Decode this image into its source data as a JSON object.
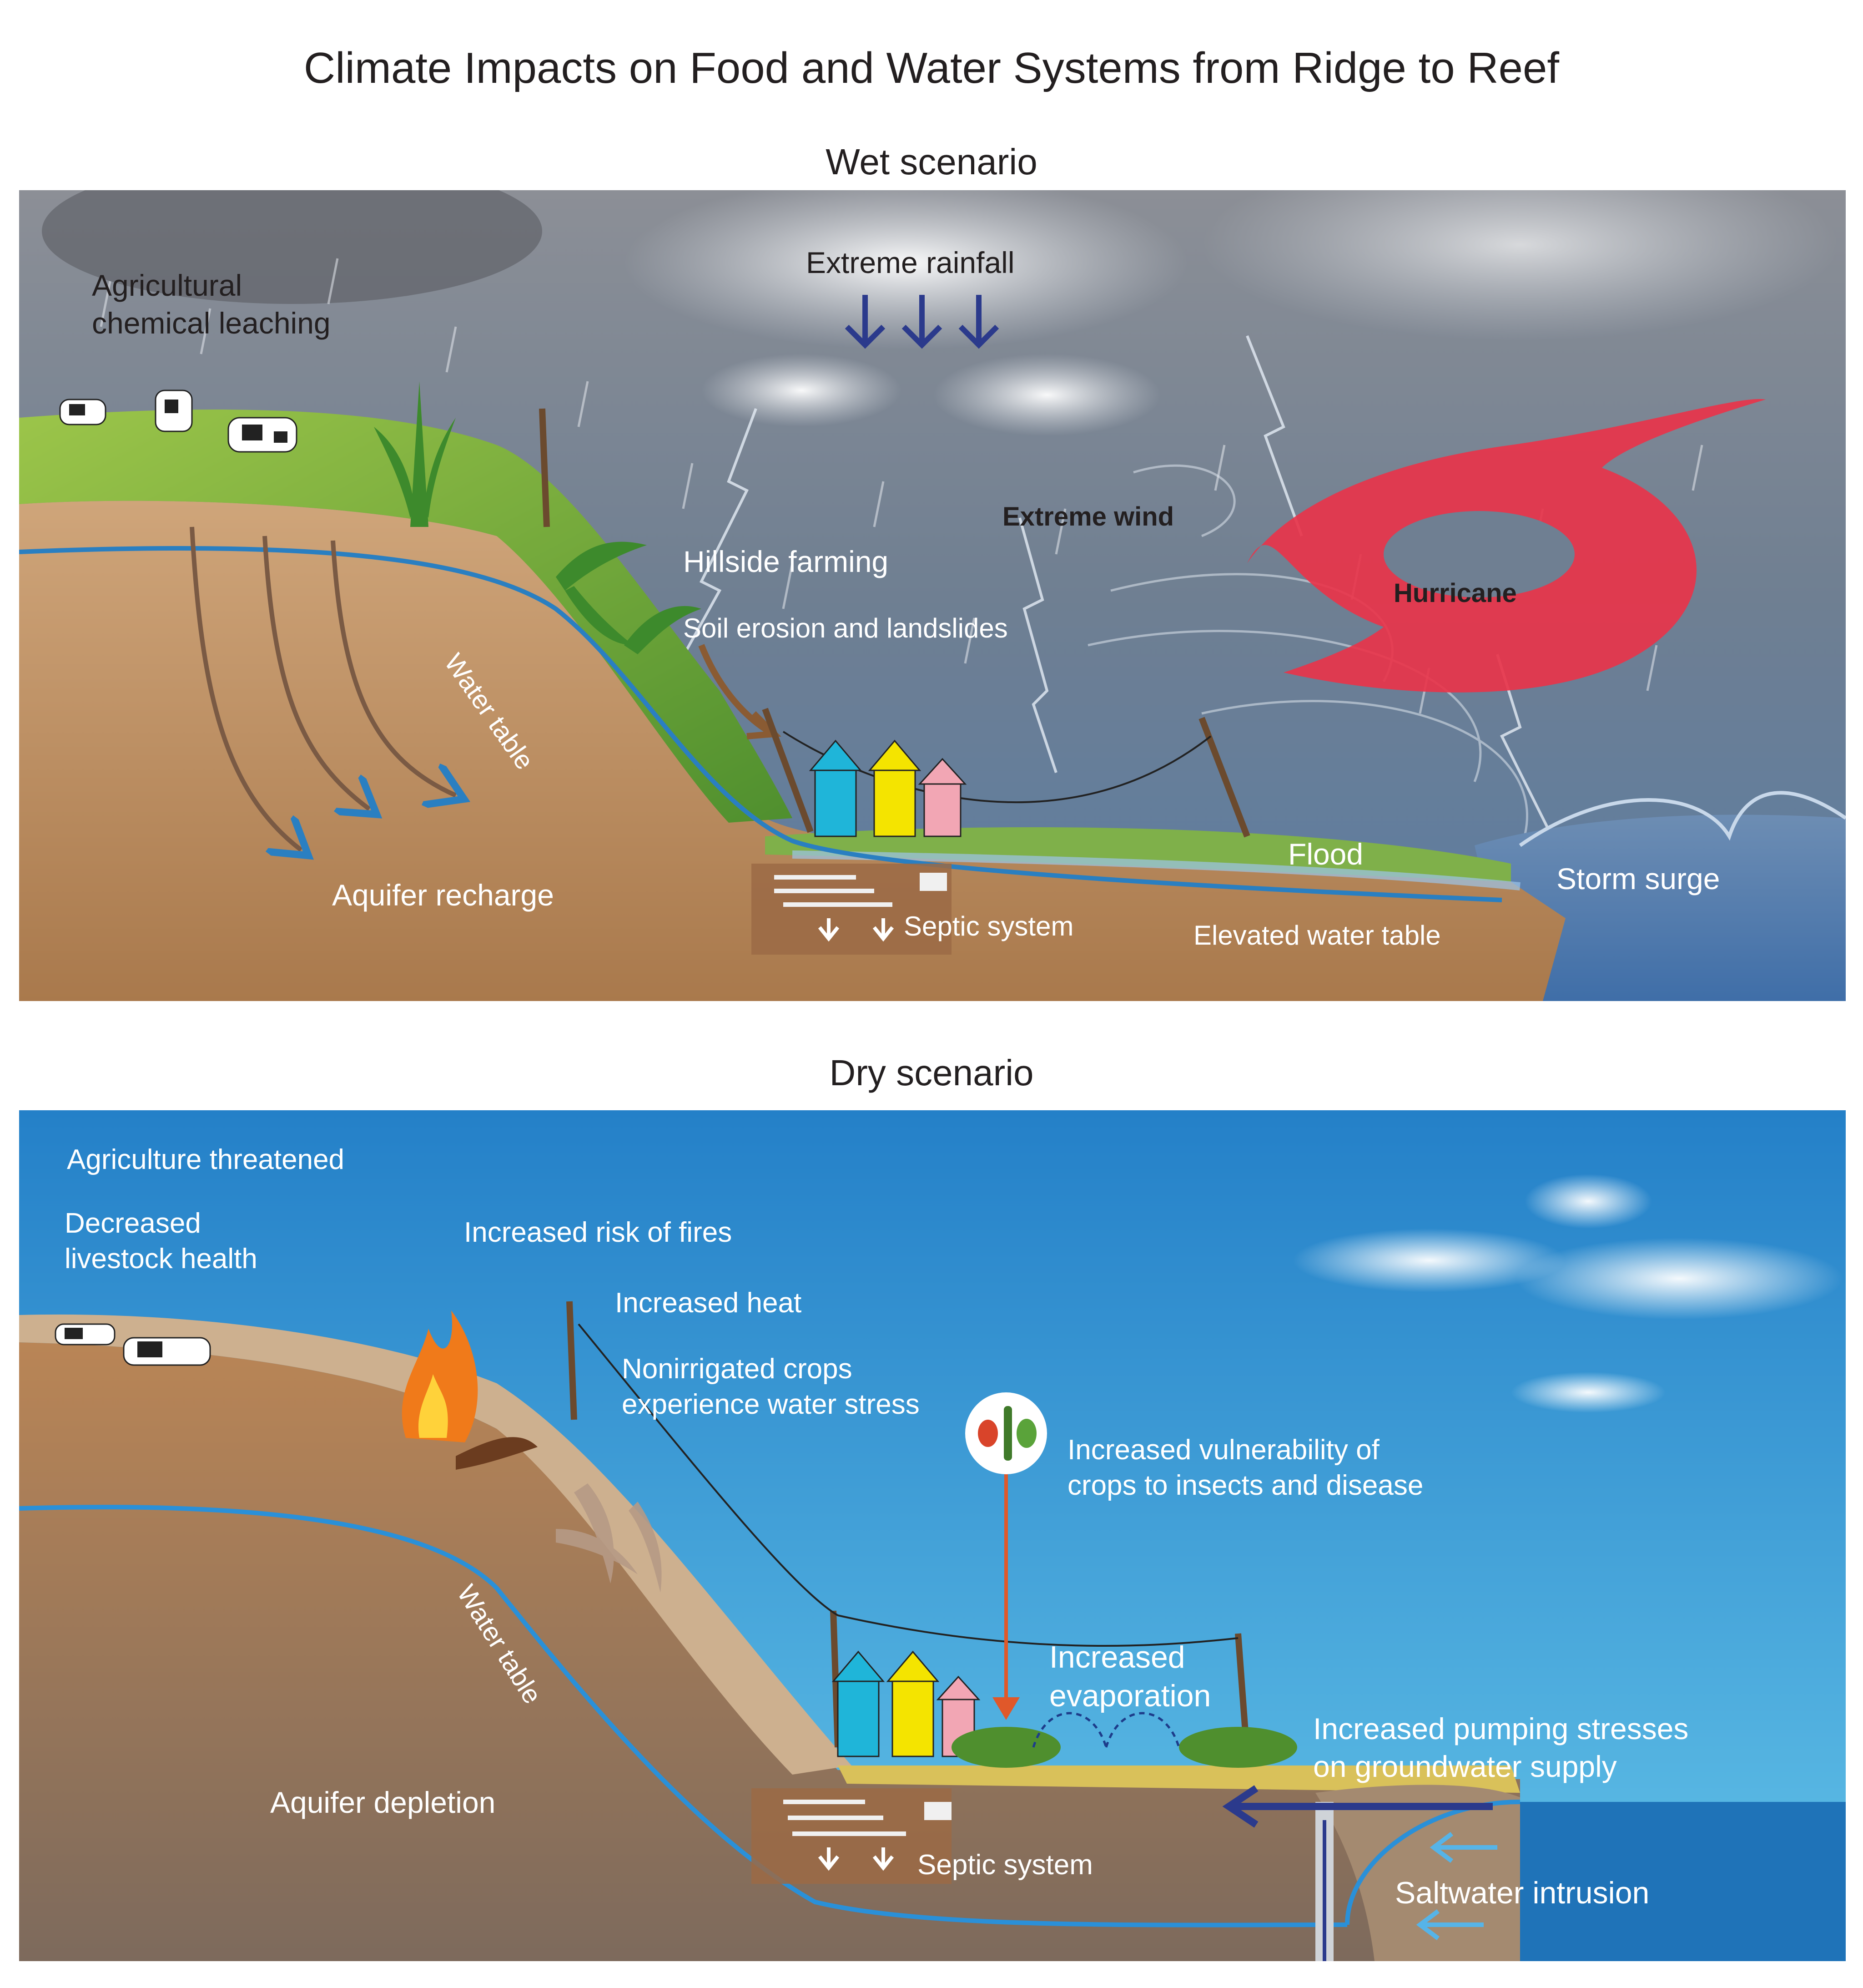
{
  "title": "Climate Impacts on Food and Water Systems from Ridge to Reef",
  "wet": {
    "heading": "Wet scenario",
    "labels": {
      "agricultural_leaching": "Agricultural\nchemical leaching",
      "extreme_rainfall": "Extreme rainfall",
      "hillside_farming": "Hillside farming",
      "soil_erosion": "Soil erosion and landslides",
      "extreme_wind": "Extreme wind",
      "hurricane": "Hurricane",
      "water_table": "Water table",
      "aquifer_recharge": "Aquifer recharge",
      "flood": "Flood",
      "storm_surge": "Storm surge",
      "septic_system": "Septic system",
      "elevated_water_table": "Elevated water table"
    }
  },
  "dry": {
    "heading": "Dry scenario",
    "labels": {
      "agriculture_threatened": "Agriculture threatened",
      "livestock_health": "Decreased\nlivestock health",
      "fires": "Increased risk of fires",
      "heat": "Increased heat",
      "nonirrigated": "Nonirrigated crops\nexperience water stress",
      "insects": "Increased vulnerability of\ncrops to insects and disease",
      "evaporation": "Increased\nevaporation",
      "pumping": "Increased pumping stresses\non groundwater supply",
      "water_table": "Water table",
      "aquifer_depletion": "Aquifer depletion",
      "septic_system": "Septic system",
      "saltwater_intrusion": "Saltwater intrusion"
    }
  },
  "colors": {
    "soil": "#b88a5c",
    "water_table": "#2a7fc1",
    "hurricane": "#e8344a",
    "dry_sky": "#2e8fd0",
    "ocean": "#1f73b8",
    "rain_arrows": "#2b3a8c",
    "flow_arrow": "#e0582a"
  },
  "icons": [
    "cow-icon",
    "palm-tree-icon",
    "house-icon",
    "utility-pole-icon",
    "fire-icon",
    "insect-icon",
    "cloud-icon",
    "hurricane-icon",
    "lightning-icon",
    "arrow-down-icon"
  ]
}
